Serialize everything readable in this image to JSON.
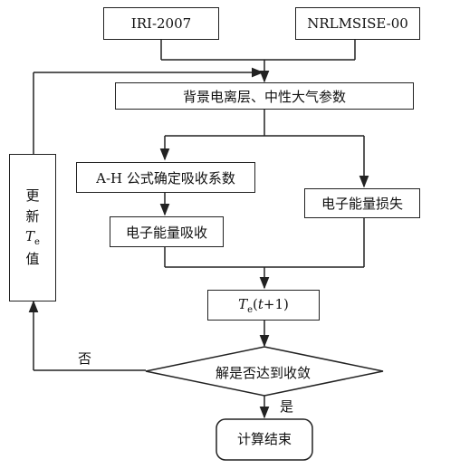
{
  "nodes": {
    "iri": "IRI-2007",
    "nrlmsise": "NRLMSISE-00",
    "background": "背景电离层、中性大气参数",
    "ah_formula": "A-H 公式确定吸收系数",
    "energy_loss": "电子能量损失",
    "energy_absorb": "电子能量吸收",
    "te_next": {
      "symbol": "T",
      "subscript": "e",
      "paren_open": "(",
      "variable": "t",
      "increment": "+1)"
    },
    "convergence": "解是否达到收敛",
    "end": "计算结束",
    "update": {
      "line1": "更",
      "line2": "新",
      "symbol": "T",
      "subscript": "e",
      "line4": "值"
    }
  },
  "edges": {
    "no_label": "否",
    "yes_label": "是"
  },
  "colors": {
    "stroke": "#222222",
    "background": "#ffffff",
    "text": "#111111"
  }
}
